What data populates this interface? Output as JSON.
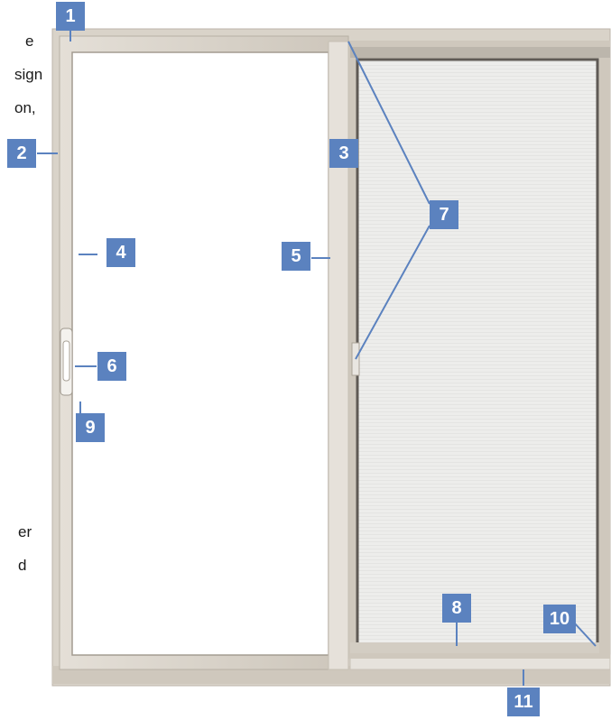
{
  "text_fragments": [
    "e",
    "sign",
    "on,",
    "er",
    "d"
  ],
  "callouts": [
    "1",
    "2",
    "3",
    "4",
    "5",
    "6",
    "7",
    "8",
    "9",
    "10",
    "11"
  ],
  "colors": {
    "callout_bg": "#5b82bf",
    "leader_line": "#5b82bf",
    "frame": "#d7d1c8",
    "screen": "#e8e8e6"
  }
}
